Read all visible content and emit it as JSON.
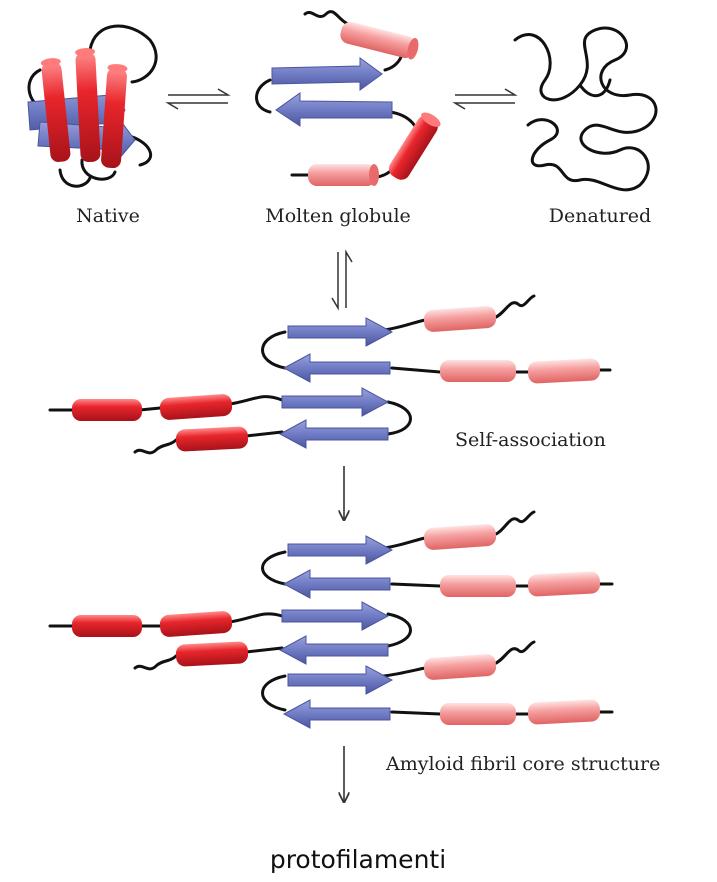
{
  "labels": {
    "native": "Native",
    "molten_globule": "Molten globule",
    "denatured": "Denatured",
    "self_association": "Self-association",
    "amyloid_core": "Amyloid fibril core structure",
    "caption": "protofilamenti"
  },
  "colors": {
    "helix_dark": "#e8262c",
    "helix_light": "#f6a0a0",
    "strand": "#6f7bc4",
    "strand_edge": "#4a55a0",
    "chain": "#111111",
    "arrow": "#333333"
  },
  "icons": {
    "equilibrium": "double-harpoon-icon",
    "forward": "down-arrow-icon"
  }
}
